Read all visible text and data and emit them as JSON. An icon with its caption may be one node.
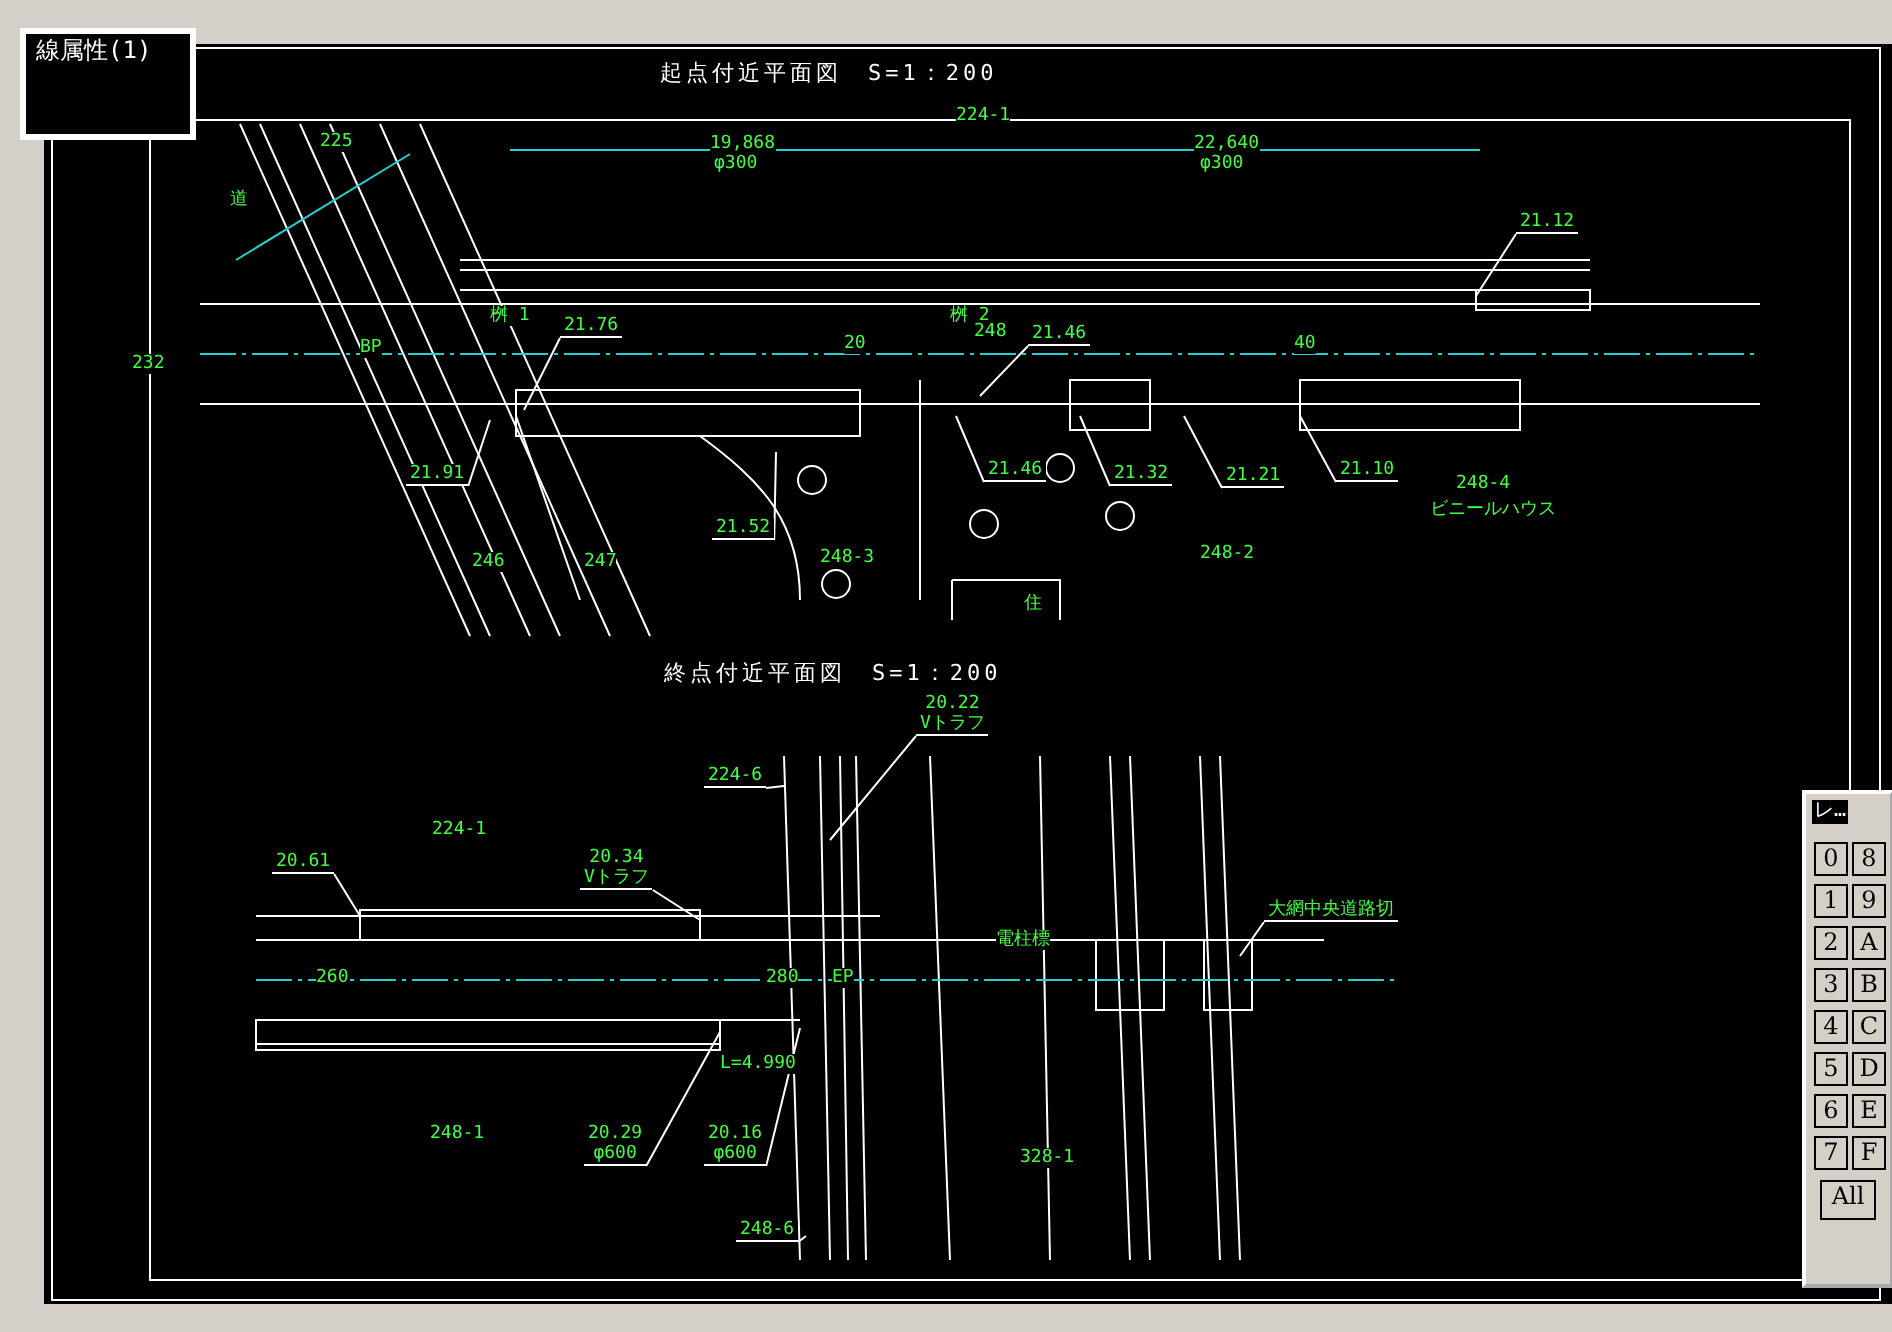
{
  "diagram": {
    "nodes": [
      {
        "text": [
          "21.76"
        ]
      },
      {
        "text": [
          "21.91"
        ]
      },
      {
        "text": [
          "21.52"
        ]
      },
      {
        "text": [
          "21.46"
        ]
      },
      {
        "text": [
          "21.46"
        ]
      },
      {
        "text": [
          "21.32"
        ]
      },
      {
        "text": [
          "21.21"
        ]
      },
      {
        "text": [
          "21.10"
        ]
      },
      {
        "text": [
          "21.12"
        ]
      },
      {
        "text": [
          "20.61"
        ]
      },
      {
        "text": [
          "20.34",
          "Vトラフ"
        ]
      },
      {
        "text": [
          "20.22",
          "Vトラフ"
        ]
      },
      {
        "text": [
          "224-6"
        ]
      },
      {
        "text": [
          "20.29",
          "φ600"
        ]
      },
      {
        "text": [
          "20.16",
          "φ600"
        ]
      },
      {
        "text": [
          "248-6"
        ]
      },
      {
        "text": [
          "大網中央道路切"
        ]
      }
    ],
    "edges": [
      {
        "from": 0,
        "to": null,
        "arrow": "none"
      },
      {
        "from": 1,
        "to": null,
        "arrow": "none"
      },
      {
        "from": 2,
        "to": null,
        "arrow": "none"
      },
      {
        "from": 3,
        "to": null,
        "arrow": "none"
      },
      {
        "from": 4,
        "to": null,
        "arrow": "none"
      },
      {
        "from": 5,
        "to": null,
        "arrow": "none"
      },
      {
        "from": 6,
        "to": null,
        "arrow": "none"
      },
      {
        "from": 7,
        "to": null,
        "arrow": "none"
      },
      {
        "from": 8,
        "to": null,
        "arrow": "none"
      },
      {
        "from": 9,
        "to": null,
        "arrow": "none"
      },
      {
        "from": 10,
        "to": null,
        "arrow": "none"
      },
      {
        "from": 11,
        "to": null,
        "arrow": "none"
      },
      {
        "from": 12,
        "to": null,
        "arrow": "none"
      },
      {
        "from": 13,
        "to": null,
        "arrow": "none"
      },
      {
        "from": 14,
        "to": null,
        "arrow": "none"
      },
      {
        "from": 15,
        "to": null,
        "arrow": "none"
      },
      {
        "from": 16,
        "to": null,
        "arrow": "none"
      }
    ],
    "labels": [
      "線属性(1)",
      "起点付近平面図　S=1：200",
      "224-1",
      "225",
      "19,868",
      "22,640",
      "φ300",
      "φ300",
      "道",
      "232",
      "BP",
      "桝 1",
      "桝 2",
      "248",
      "20",
      "40",
      "246",
      "247",
      "248-3",
      "248-2",
      "248-4",
      "ビニールハウス",
      "住",
      "終点付近平面図　S=1：200",
      "224-1",
      "260",
      "280",
      "EP",
      "L=4.990",
      "248-1",
      "電柱標",
      "328-1",
      "レ…",
      "0",
      "8",
      "1",
      "9",
      "2",
      "A",
      "3",
      "B",
      "4",
      "C",
      "5",
      "D",
      "6",
      "E",
      "7",
      "F",
      "All"
    ]
  }
}
